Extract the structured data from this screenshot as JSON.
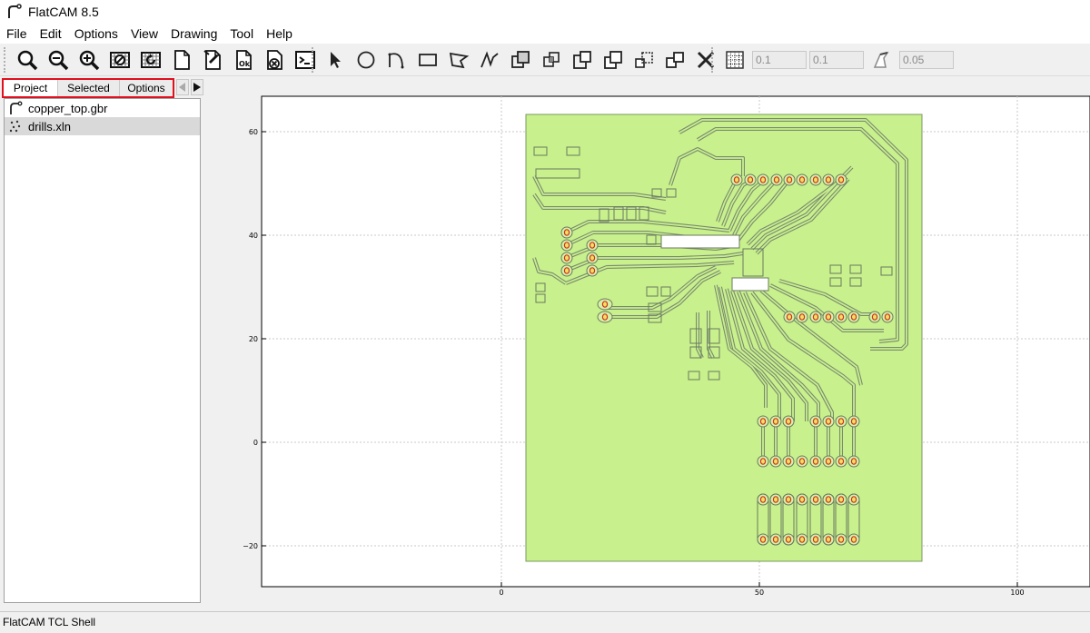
{
  "window": {
    "title": "FlatCAM 8.5"
  },
  "menu": [
    "File",
    "Edit",
    "Options",
    "View",
    "Drawing",
    "Tool",
    "Help"
  ],
  "toolbar": {
    "icons": [
      "zoom-fit-icon",
      "zoom-out-icon",
      "zoom-in-icon",
      "clear-plot-icon",
      "replot-icon",
      "new-geometry-icon",
      "edit-geometry-icon",
      "update-geometry-icon",
      "delete-icon",
      "tcl-shell-icon"
    ],
    "drawing_icons": [
      "select-icon",
      "circle-icon",
      "arc-icon",
      "rectangle-icon",
      "polygon-icon",
      "path-icon",
      "union-icon",
      "intersection-icon",
      "subtract-icon",
      "cut-icon",
      "copy-icon",
      "move-icon",
      "delete-shape-icon"
    ],
    "grid_x": "0.1",
    "grid_y": "0.1",
    "snap_distance": "0.05"
  },
  "tabs": [
    "Project",
    "Selected",
    "Options"
  ],
  "project_items": [
    {
      "name": "copper_top.gbr",
      "icon": "gerber-icon"
    },
    {
      "name": "drills.xln",
      "icon": "excellon-icon"
    }
  ],
  "plot": {
    "x_ticks": [
      "0",
      "50",
      "100"
    ],
    "y_ticks": [
      "60",
      "40",
      "20",
      "0",
      "−20"
    ],
    "board_color": "#c8f08c"
  },
  "status": {
    "shell_label": "FlatCAM TCL Shell"
  }
}
